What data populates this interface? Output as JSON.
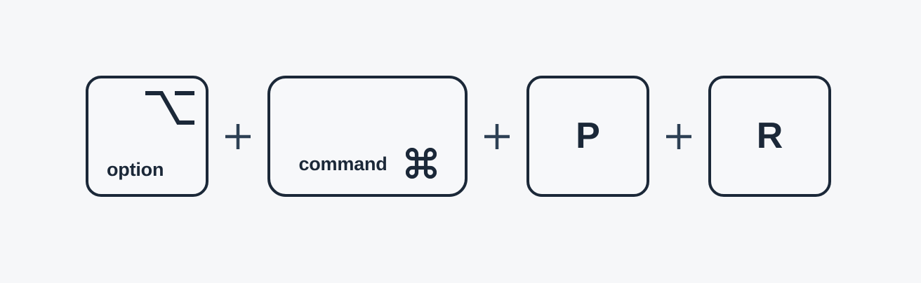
{
  "colors": {
    "background": "#f6f7f9",
    "key_fill": "#f7f8fa",
    "stroke": "#1b2838",
    "text": "#1b2838"
  },
  "shortcut": {
    "separator": "+",
    "keys": [
      {
        "id": "option",
        "label": "option",
        "glyph_name": "option-glyph",
        "glyph_char": "⌥",
        "shape": "square"
      },
      {
        "id": "command",
        "label": "command",
        "glyph_name": "command-glyph",
        "glyph_char": "⌘",
        "shape": "wide"
      },
      {
        "id": "p",
        "label": "P",
        "shape": "square"
      },
      {
        "id": "r",
        "label": "R",
        "shape": "square"
      }
    ]
  }
}
